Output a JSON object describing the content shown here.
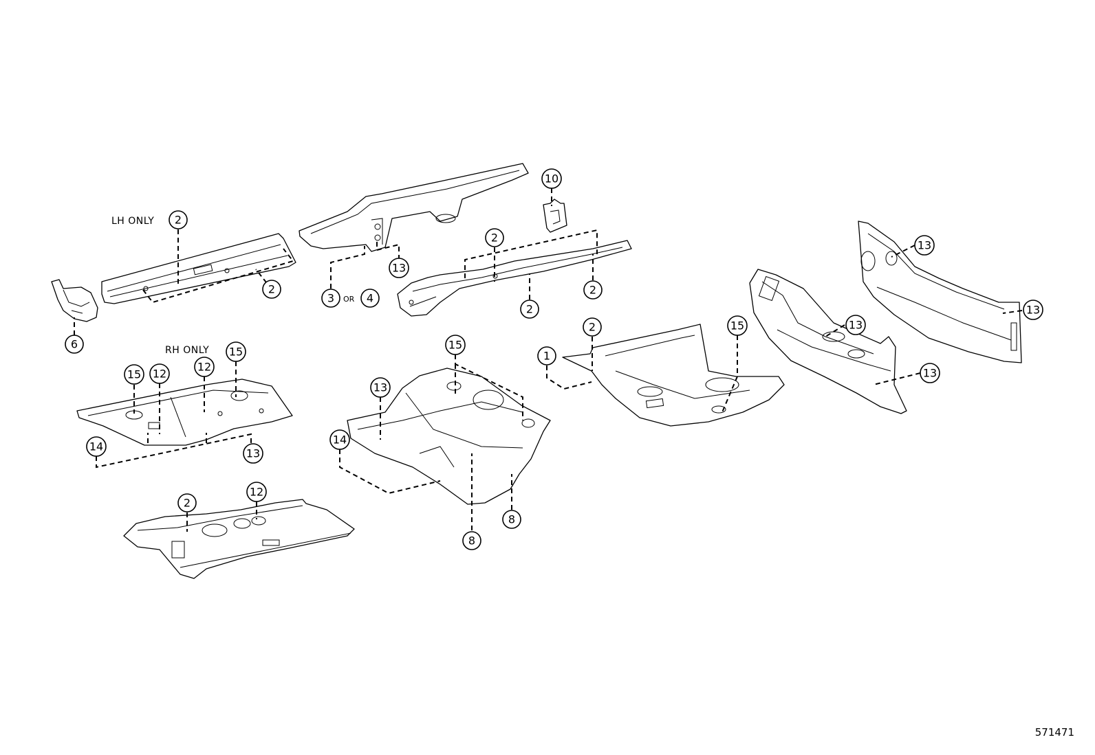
{
  "notes": {
    "lh_only": "LH ONLY",
    "rh_only": "RH ONLY",
    "or": "OR"
  },
  "callouts": {
    "c1": "1",
    "c2": "2",
    "c3": "3",
    "c4": "4",
    "c6": "6",
    "c8": "8",
    "c10": "10",
    "c12": "12",
    "c13": "13",
    "c14": "14",
    "c15": "15"
  },
  "sheet_number": "571471"
}
